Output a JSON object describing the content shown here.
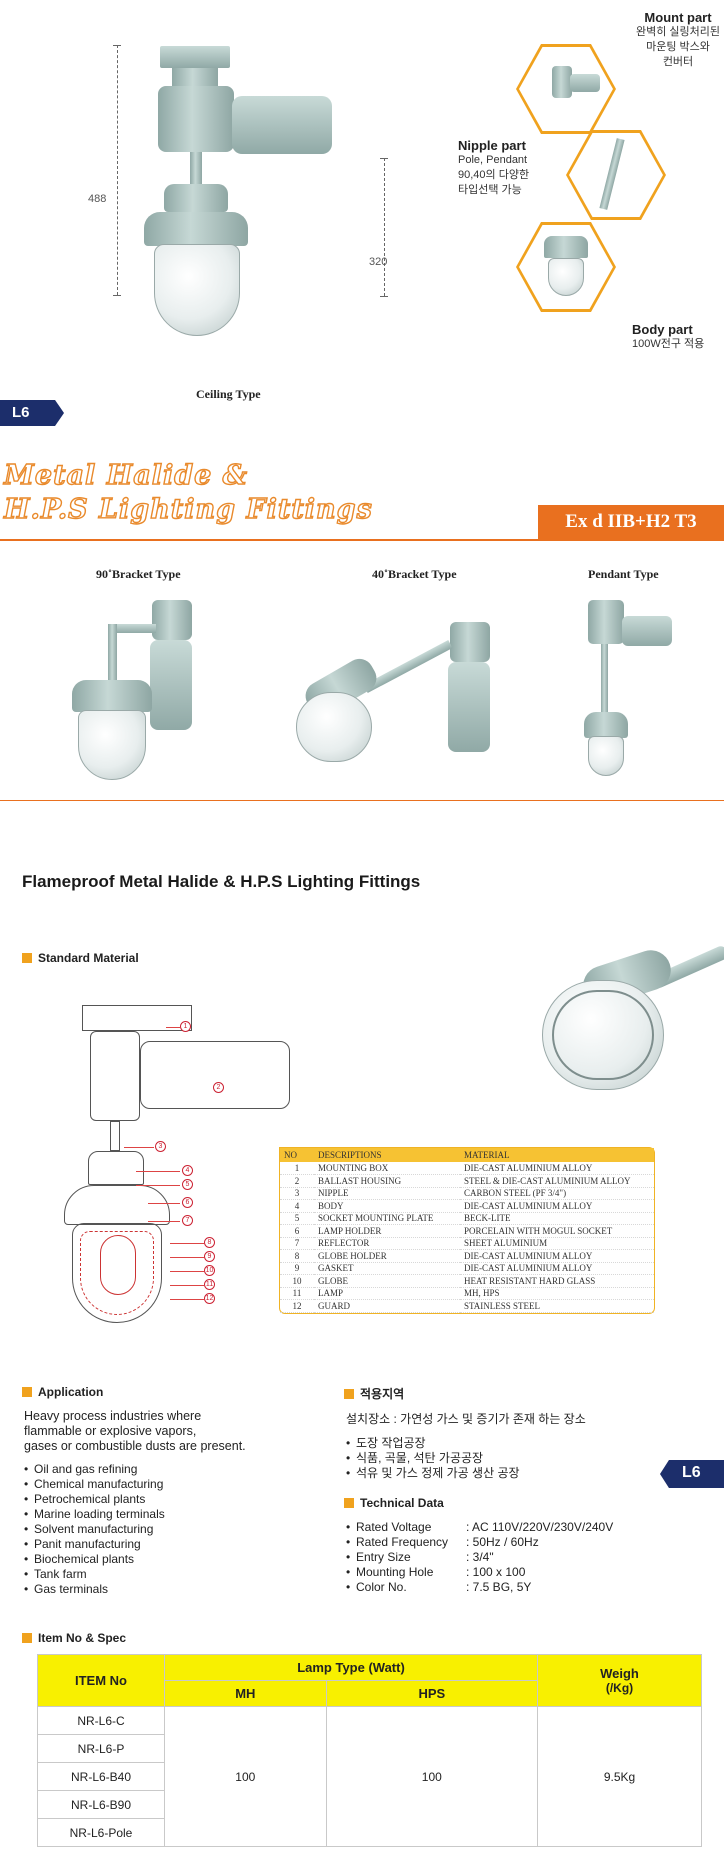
{
  "top": {
    "dim_total": "488",
    "dim_body": "320",
    "ceiling_label": "Ceiling Type",
    "callouts": [
      {
        "title": "Mount part",
        "text": [
          "완벽히 실링처리된",
          "마운팅 박스와",
          "컨버터"
        ]
      },
      {
        "title": "Nipple part",
        "text": [
          "Pole, Pendant",
          "90,40의 다양한",
          "타입선택 가능"
        ]
      },
      {
        "title": "Body part",
        "text": [
          "100W전구 적용"
        ]
      }
    ],
    "badge": "L6"
  },
  "banner": {
    "line1": "Metal Halide &",
    "line2": "H.P.S Lighting Fittings",
    "ex_label": "Ex  d IIB+H2 T3"
  },
  "types": {
    "bracket90": "90˚Bracket Type",
    "bracket40": "40˚Bracket Type",
    "pendant": "Pendant Type"
  },
  "product_title": "Flameproof Metal Halide & H.P.S Lighting Fittings",
  "standard_material": {
    "heading": "Standard Material",
    "columns": [
      "NO",
      "DESCRIPTIONS",
      "MATERIAL"
    ],
    "rows": [
      [
        "1",
        "MOUNTING BOX",
        "DIE-CAST ALUMINIUM ALLOY"
      ],
      [
        "2",
        "BALLAST HOUSING",
        "STEEL & DIE-CAST ALUMINIUM ALLOY"
      ],
      [
        "3",
        "NIPPLE",
        "CARBON STEEL (PF 3/4\")"
      ],
      [
        "4",
        "BODY",
        "DIE-CAST ALUMINIUM ALLOY"
      ],
      [
        "5",
        "SOCKET MOUNTING PLATE",
        "BECK-LITE"
      ],
      [
        "6",
        "LAMP HOLDER",
        "PORCELAIN WITH MOGUL SOCKET"
      ],
      [
        "7",
        "REFLECTOR",
        "SHEET ALUMINIUM"
      ],
      [
        "8",
        "GLOBE HOLDER",
        "DIE-CAST ALUMINIUM ALLOY"
      ],
      [
        "9",
        "GASKET",
        "DIE-CAST ALUMINIUM ALLOY"
      ],
      [
        "10",
        "GLOBE",
        "HEAT RESISTANT HARD GLASS"
      ],
      [
        "11",
        "LAMP",
        "MH, HPS"
      ],
      [
        "12",
        "GUARD",
        "STAINLESS STEEL"
      ]
    ],
    "part_numbers": [
      "1",
      "2",
      "3",
      "4",
      "5",
      "6",
      "7",
      "8",
      "9",
      "10",
      "11",
      "12"
    ]
  },
  "application": {
    "heading": "Application",
    "intro": [
      "Heavy process industries where",
      "flammable or explosive vapors,",
      "gases or combustible dusts are present."
    ],
    "items": [
      "Oil and gas refining",
      "Chemical manufacturing",
      "Petrochemical plants",
      "Marine loading terminals",
      "Solvent manufacturing",
      "Panit manufacturing",
      "Biochemical plants",
      "Tank farm",
      "Gas terminals"
    ]
  },
  "korean": {
    "heading": "적용지역",
    "intro": "설치장소 : 가연성 가스 및 증기가 존재 하는 장소",
    "items": [
      "도장 작업공장",
      "식품, 곡물, 석탄 가공공장",
      "석유 및 가스 정제 가공 생산 공장"
    ],
    "badge": "L6"
  },
  "technical": {
    "heading": "Technical Data",
    "rows": [
      {
        "label": "Rated Voltage",
        "value": ": AC 110V/220V/230V/240V"
      },
      {
        "label": "Rated Frequency",
        "value": ": 50Hz / 60Hz"
      },
      {
        "label": "Entry Size",
        "value": ": 3/4\""
      },
      {
        "label": "Mounting Hole",
        "value": ": 100 x 100"
      },
      {
        "label": "Color No.",
        "value": ": 7.5 BG, 5Y"
      }
    ]
  },
  "spec": {
    "heading": "Item No & Spec",
    "col_item": "ITEM No",
    "col_lamp": "Lamp Type (Watt)",
    "col_mh": "MH",
    "col_hps": "HPS",
    "col_weigh": "Weigh",
    "col_weigh_unit": "(/Kg)",
    "items": [
      "NR-L6-C",
      "NR-L6-P",
      "NR-L6-B40",
      "NR-L6-B90",
      "NR-L6-Pole"
    ],
    "mh": "100",
    "hps": "100",
    "weight": "9.5Kg"
  }
}
